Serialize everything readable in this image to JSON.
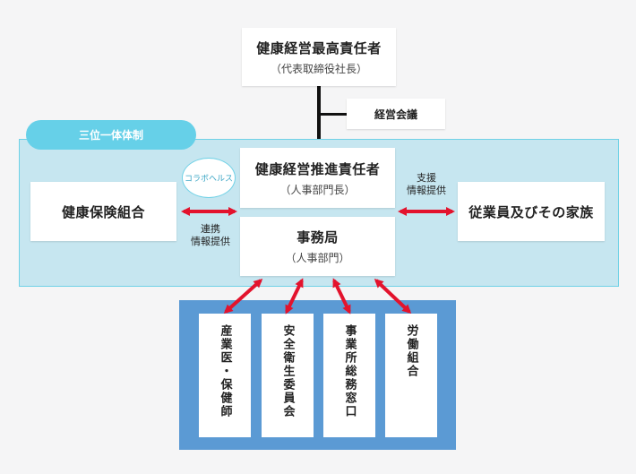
{
  "top_box": {
    "title": "健康経営最高責任者",
    "subtitle": "（代表取締役社長）"
  },
  "meeting_box": {
    "label": "経営会議"
  },
  "panel": {
    "tab_label": "三位一体体制"
  },
  "promoter_box": {
    "title": "健康経営推進責任者",
    "subtitle": "（人事部門長）"
  },
  "insurance_box": {
    "label": "健康保険組合"
  },
  "family_box": {
    "label": "従業員及びその家族"
  },
  "office_box": {
    "title": "事務局",
    "subtitle": "（人事部門）"
  },
  "collab_bubble": {
    "label": "コラボヘルス"
  },
  "left_arrow_label": {
    "line1": "連携",
    "line2": "情報提供"
  },
  "right_arrow_label": {
    "line1": "支援",
    "line2": "情報提供"
  },
  "bottom_cards": [
    {
      "label": "産業医・保健師"
    },
    {
      "label": "安全衛生委員会"
    },
    {
      "label": "事業所総務窓口"
    },
    {
      "label": "労働組合"
    }
  ],
  "colors": {
    "arrow": "#e3132d",
    "panel": "#c6e6f0",
    "tab": "#66d0e8",
    "blue_area": "#5b9ad4",
    "connector": "#111111"
  }
}
